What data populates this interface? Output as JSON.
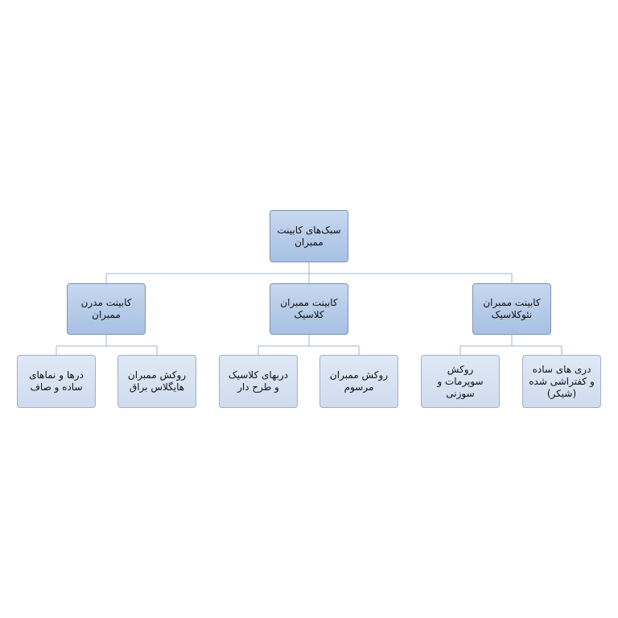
{
  "root": {
    "label": "سبک‌های کابینت\nممبران"
  },
  "branches": [
    {
      "label": "کابینت ممبران\nنئوکلاسیک",
      "children": [
        {
          "label": "دری های ساده\nو کفتراشی شده\n(شیکر)"
        },
        {
          "label": "روکش\nسوپرمات و\nسوزنی"
        }
      ]
    },
    {
      "label": "کابینت ممبران\nکلاسیک",
      "children": [
        {
          "label": "روکش ممبران\nمرسوم"
        },
        {
          "label": "دربهای کلاسیک\nو طرح دار"
        }
      ]
    },
    {
      "label": "کابینت مدرن\nممبران",
      "children": [
        {
          "label": "روکش ممبران\nهایگلاس براق"
        },
        {
          "label": "درها و نماهای\nساده و صاف"
        }
      ]
    }
  ]
}
